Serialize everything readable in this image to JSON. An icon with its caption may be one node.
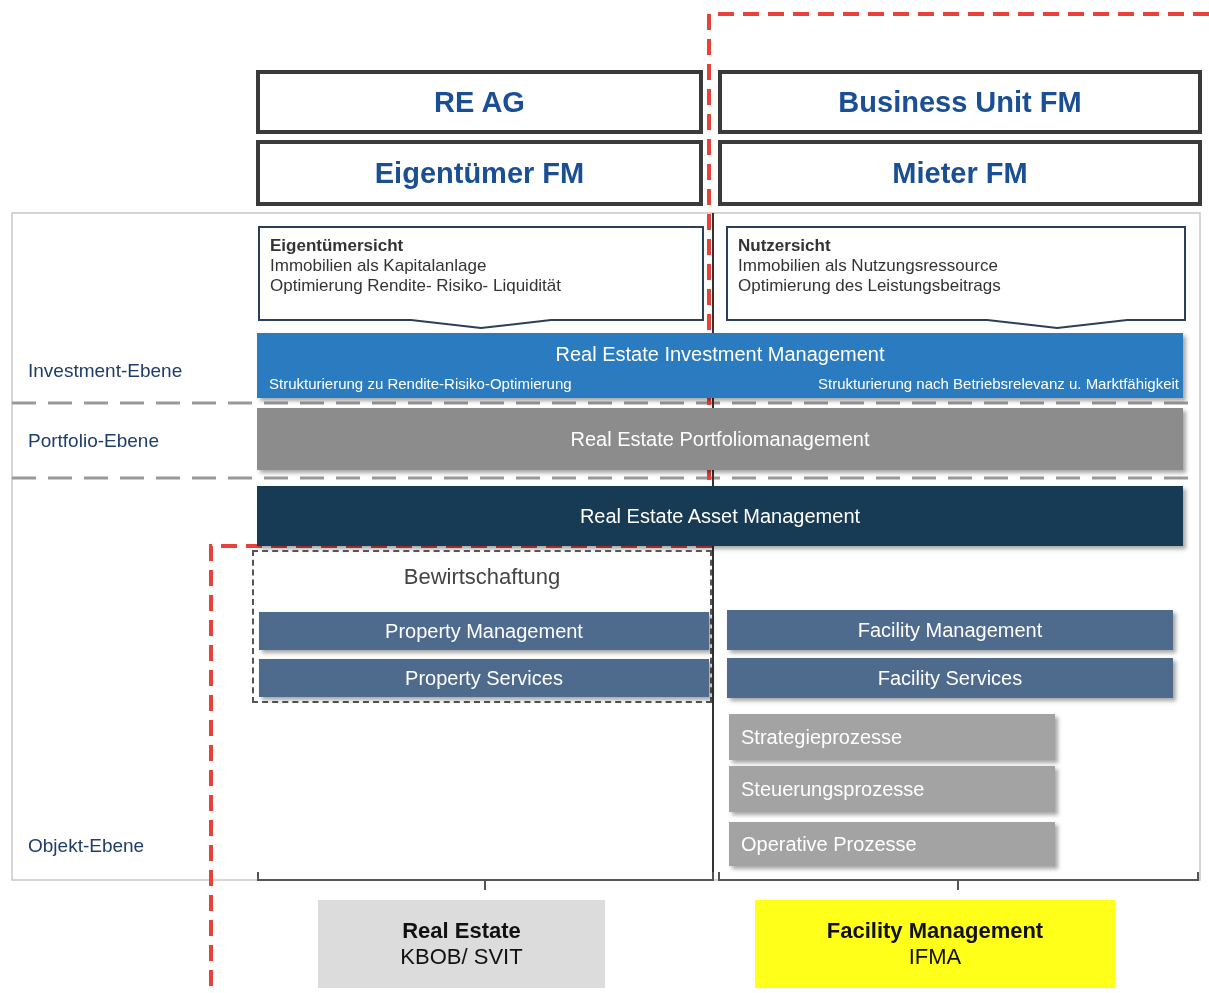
{
  "diagram": {
    "nodes": [
      {
        "text": [
          "RE AG"
        ]
      },
      {
        "text": [
          "Business Unit FM"
        ]
      },
      {
        "text": [
          "Eigentümer FM"
        ]
      },
      {
        "text": [
          "Mieter FM"
        ]
      },
      {
        "text": [
          "Eigentümersicht",
          "Immobilien als Kapitalanlage",
          "Optimierung Rendite- Risiko- Liquidität"
        ]
      },
      {
        "text": [
          "Nutzersicht",
          "Immobilien als Nutzungsressource",
          "Optimierung des Leistungsbeitrags"
        ]
      },
      {
        "text": [
          "Real Estate Investment Management",
          "Strukturierung zu Rendite-Risiko-Optimierung",
          "Strukturierung nach Betriebsrelevanz u. Marktfähigkeit"
        ]
      },
      {
        "text": [
          "Real Estate Portfoliomanagement"
        ]
      },
      {
        "text": [
          "Real Estate Asset Management"
        ]
      },
      {
        "text": [
          "Bewirtschaftung"
        ]
      },
      {
        "text": [
          "Property Management"
        ],
        "in": 9
      },
      {
        "text": [
          "Property Services"
        ],
        "in": 9
      },
      {
        "text": [
          "Facility Management"
        ]
      },
      {
        "text": [
          "Facility Services"
        ]
      },
      {
        "text": [
          "Strategieprozesse"
        ]
      },
      {
        "text": [
          "Steuerungsprozesse"
        ]
      },
      {
        "text": [
          "Operative Prozesse"
        ]
      },
      {
        "text": [
          "Real Estate",
          "KBOB/ SVIT"
        ]
      },
      {
        "text": [
          "Facility Management",
          "IFMA"
        ]
      }
    ],
    "labels": [
      "Investment-Ebene",
      "Portfolio-Ebene",
      "Objekt-Ebene"
    ]
  }
}
